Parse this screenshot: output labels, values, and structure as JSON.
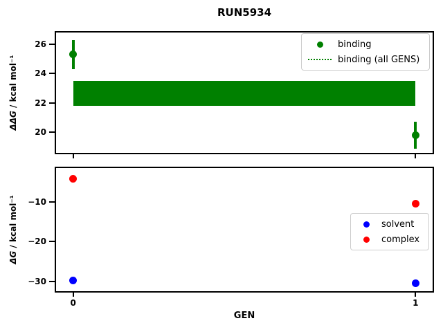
{
  "title": "RUN5934",
  "xlabel": "GEN",
  "chart_data": [
    {
      "type": "scatter",
      "panel": "binding",
      "title": "",
      "ylabel": "ΔΔG / kcal mol⁻¹",
      "ylabel_math": "ΔΔG",
      "ylabel_rest": " / kcal mol⁻¹",
      "xlim": [
        -0.05,
        1.05
      ],
      "ylim": [
        18.6,
        26.8
      ],
      "yticks": [
        20,
        22,
        24,
        26
      ],
      "xticks": [
        0,
        1
      ],
      "show_xtick_labels": false,
      "series": [
        {
          "name": "binding",
          "style": "errorbar-scatter",
          "color": "#008000",
          "x": [
            0,
            1
          ],
          "y": [
            25.3,
            19.8
          ],
          "yerr": [
            1.0,
            0.9
          ]
        },
        {
          "name": "binding (all GENS)",
          "style": "band",
          "color": "#008000",
          "x": [
            0,
            1
          ],
          "low": 21.8,
          "high": 23.5
        }
      ],
      "legend": {
        "position": "top-right",
        "items": [
          {
            "label": "binding",
            "marker": "dot",
            "color": "#008000"
          },
          {
            "label": "binding (all GENS)",
            "marker": "dotted-line",
            "color": "#008000"
          }
        ]
      }
    },
    {
      "type": "scatter",
      "panel": "free-energy",
      "title": "",
      "ylabel": "ΔG / kcal mol⁻¹",
      "ylabel_math": "ΔG",
      "ylabel_rest": " / kcal mol⁻¹",
      "xlim": [
        -0.05,
        1.05
      ],
      "ylim": [
        -32.5,
        -1.4
      ],
      "yticks": [
        -30,
        -20,
        -10
      ],
      "xticks": [
        0,
        1
      ],
      "show_xtick_labels": true,
      "series": [
        {
          "name": "solvent",
          "style": "scatter",
          "color": "#0000ff",
          "x": [
            0,
            1
          ],
          "y": [
            -29.8,
            -30.5
          ]
        },
        {
          "name": "complex",
          "style": "scatter",
          "color": "#ff0000",
          "x": [
            0,
            1
          ],
          "y": [
            -4.1,
            -10.4
          ]
        }
      ],
      "legend": {
        "position": "mid-right",
        "items": [
          {
            "label": "solvent",
            "marker": "dot",
            "color": "#0000ff"
          },
          {
            "label": "complex",
            "marker": "dot",
            "color": "#ff0000"
          }
        ]
      }
    }
  ]
}
